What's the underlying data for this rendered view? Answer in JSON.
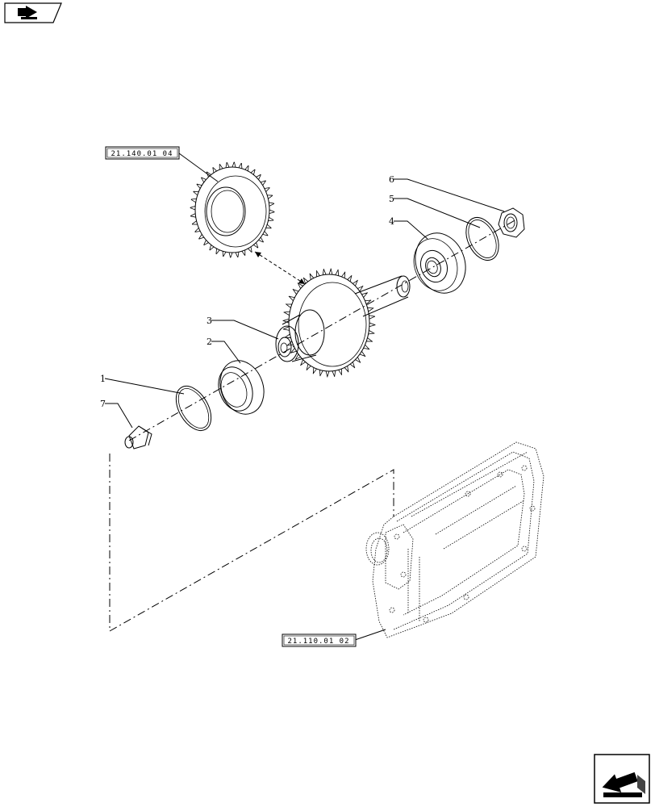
{
  "diagram": {
    "references": {
      "gear_ref": "21.140.01 04",
      "housing_ref": "21.110.01 02"
    },
    "callouts": [
      {
        "id": "1",
        "label": "1"
      },
      {
        "id": "2",
        "label": "2"
      },
      {
        "id": "3",
        "label": "3"
      },
      {
        "id": "4",
        "label": "4"
      },
      {
        "id": "5",
        "label": "5"
      },
      {
        "id": "6",
        "label": "6"
      },
      {
        "id": "7",
        "label": "7"
      }
    ]
  },
  "navigation": {
    "top_icon": "previous-page-arrow-icon",
    "bottom_icon": "next-page-arrow-icon"
  }
}
